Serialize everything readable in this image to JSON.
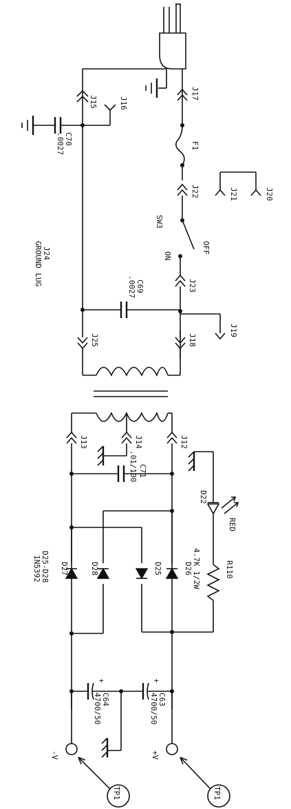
{
  "connectors": {
    "j12": "J12",
    "j13": "J13",
    "j14": "J14",
    "j15": "J15",
    "j16": "J16",
    "j17": "J17",
    "j18": "J18",
    "j19": "J19",
    "j20": "J20",
    "j21": "J21",
    "j22": "J22",
    "j23": "J23",
    "j24": "J24",
    "j25": "J25"
  },
  "ground_lug": "GROUND LUG",
  "fuse": "F1",
  "switch": {
    "ref": "SW3",
    "off": "OFF",
    "on": "ON"
  },
  "capacitors": {
    "c70": {
      "ref": "C70",
      "value": ".0027"
    },
    "c69": {
      "ref": "C69",
      "value": ".0027"
    },
    "c71": {
      "ref": "C71",
      "value": ".01/100"
    },
    "c63": {
      "ref": "C63",
      "value": "4700/50"
    },
    "c64": {
      "ref": "C64",
      "value": "4700/50"
    }
  },
  "led": {
    "ref": "D22",
    "color": "RED"
  },
  "resistor": {
    "ref": "R110",
    "value": "4.7K 1/2W"
  },
  "diodes": {
    "d25": "D25",
    "d26": "D26",
    "d27": "D27",
    "d28": "D28",
    "note_range": "D25-D28",
    "note_part": "1N5392"
  },
  "outputs": {
    "pos": "+V",
    "neg": "-V",
    "tp1": "TP1",
    "tp2": "TP1"
  }
}
